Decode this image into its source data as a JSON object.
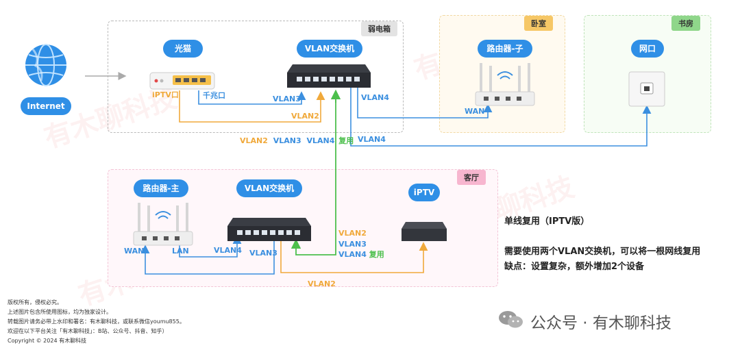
{
  "zones": {
    "weak_box": "弱电箱",
    "bedroom": "卧室",
    "study": "书房",
    "living": "客厅"
  },
  "devices": {
    "internet": "Internet",
    "modem": "光猫",
    "switch_top": "VLAN交换机",
    "router_sub": "路由器-子",
    "wall_port": "网口",
    "router_main": "路由器-主",
    "switch_bottom": "VLAN交换机",
    "iptv": "iPTV"
  },
  "labels": {
    "iptv_port": "iPTV口",
    "gigabit_port": "千兆口",
    "vlan3_a": "VLAN3",
    "vlan4_a": "VLAN4",
    "vlan2_a": "VLAN2",
    "wan_sub": "WAN",
    "vlan4_b": "VLAN4",
    "trunk_vlan2": "VLAN2",
    "trunk_vlan3": "VLAN3",
    "trunk_vlan4": "VLAN4",
    "trunk_reuse": "复用",
    "wan_main": "WAN",
    "lan_main": "LAN",
    "vlan4_c": "VLAN4",
    "vlan3_c": "VLAN3",
    "trunk2_vlan2": "VLAN2",
    "trunk2_vlan3": "VLAN3",
    "trunk2_vlan4": "VLAN4",
    "trunk2_reuse": "复用",
    "vlan2_bottom": "VLAN2"
  },
  "notes": {
    "title": "单线复用（IPTV版）",
    "line1": "需要使用两个VLAN交换机，可以将一根网线复用",
    "line2": "缺点：设置复杂，额外增加2个设备"
  },
  "footer": [
    "版权所有，侵权必究。",
    "上述图片包含所使用图标，均为独家设计。",
    "转载图片请务必带上水印和署名：有木聊科技，或联系微信youmu855。",
    "欢迎在以下平台关注「有木聊科技」：B站、公众号、抖音、知乎）",
    "Copyright © 2024 有木聊科技"
  ],
  "brand": {
    "text": "公众号 · 有木聊科技",
    "watermark": "有木聊科技"
  },
  "colors": {
    "accent_blue": "#2f8fe6",
    "vlan_blue": "#3b8fdf",
    "vlan_orange": "#f0a93b",
    "vlan_green": "#4cbf4c",
    "bedroom_tag": "#f6c766",
    "study_tag": "#8fd68a",
    "living_tag": "#f7b6cf",
    "weak_tag": "#e3e3e3"
  }
}
